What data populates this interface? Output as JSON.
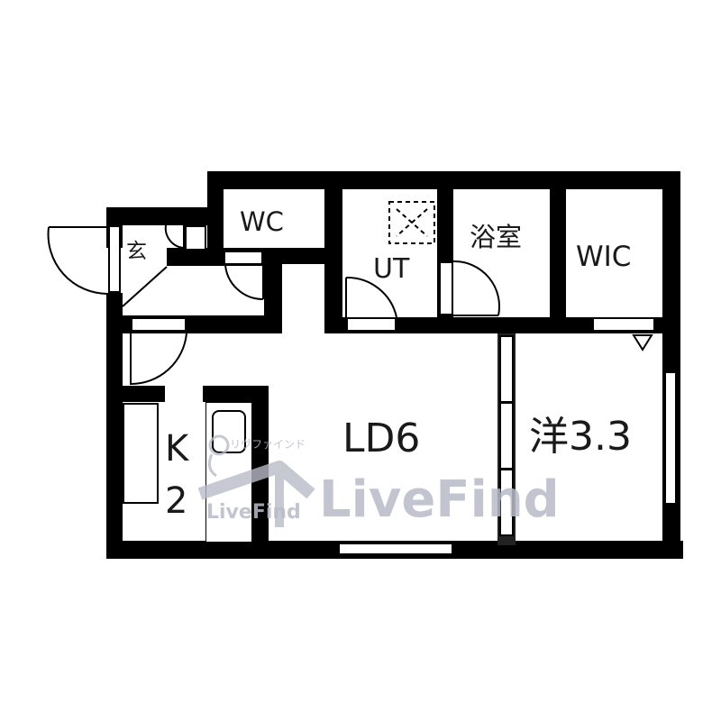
{
  "floor_plan": {
    "rooms": {
      "entrance": {
        "label": "玄"
      },
      "wc": {
        "label": "WC"
      },
      "ut": {
        "label": "UT"
      },
      "bathroom": {
        "label": "浴室"
      },
      "wic": {
        "label": "WIC"
      },
      "ld": {
        "label": "LD6"
      },
      "kitchen": {
        "label_line1": "K",
        "label_line2": "2"
      },
      "western_room": {
        "label": "洋3.3"
      }
    },
    "watermark": {
      "katakana": "リヴファインド",
      "small_text": "LiveFind",
      "large_text": "LiveFind",
      "color": "#b8bcc8"
    },
    "colors": {
      "wall": "#000000",
      "background": "#ffffff"
    }
  }
}
